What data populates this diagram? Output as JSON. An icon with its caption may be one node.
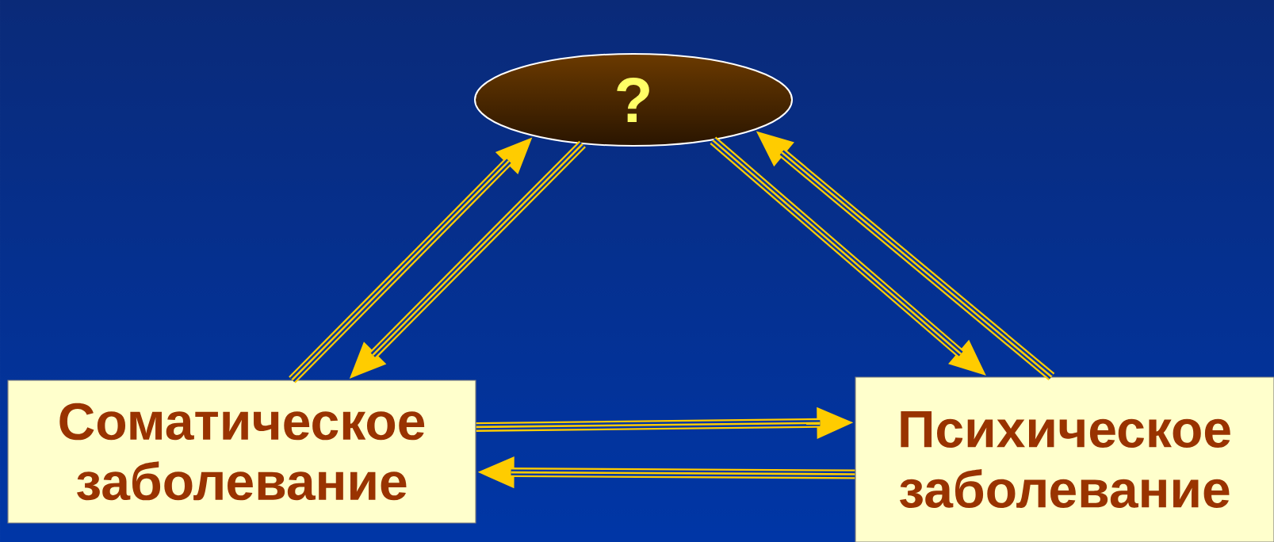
{
  "diagram": {
    "nodes": [
      {
        "text": [
          "?"
        ]
      },
      {
        "text": [
          "Соматическое заболевание"
        ]
      },
      {
        "text": [
          "Психическое заболевание"
        ]
      }
    ],
    "edges": [
      {
        "from": 1,
        "to": 0,
        "arrow": "to"
      },
      {
        "from": 0,
        "to": 1,
        "arrow": "to"
      },
      {
        "from": 1,
        "to": 2,
        "arrow": "to"
      },
      {
        "from": 2,
        "to": 1,
        "arrow": "to"
      },
      {
        "from": 2,
        "to": 0,
        "arrow": "to"
      },
      {
        "from": 0,
        "to": 2,
        "arrow": "to"
      }
    ]
  }
}
